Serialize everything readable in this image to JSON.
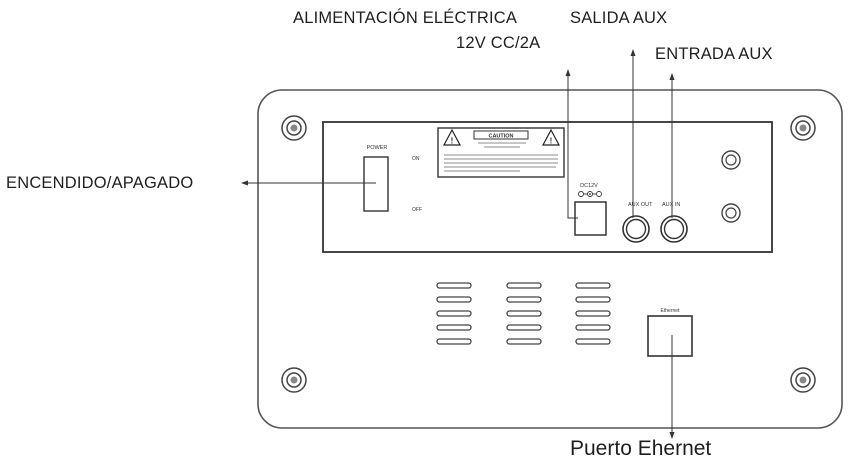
{
  "labels": {
    "power_supply_line1": "ALIMENTACIÓN ELÉCTRICA",
    "power_supply_line2": "12V CC/2A",
    "aux_out": "SALIDA AUX",
    "aux_in": "ENTRADA AUX",
    "power_switch": "ENCENDIDO/APAGADO",
    "ethernet_port": "Puerto Ehernet"
  },
  "panel": {
    "switch_title": "POWER",
    "switch_on": "ON",
    "switch_off": "OFF",
    "caution_title": "CAUTION",
    "dc_label": "DC12V",
    "aux_out_jack": "AUX OUT",
    "aux_in_jack": "AUX IN",
    "ethernet_jack": "Ethernet"
  }
}
